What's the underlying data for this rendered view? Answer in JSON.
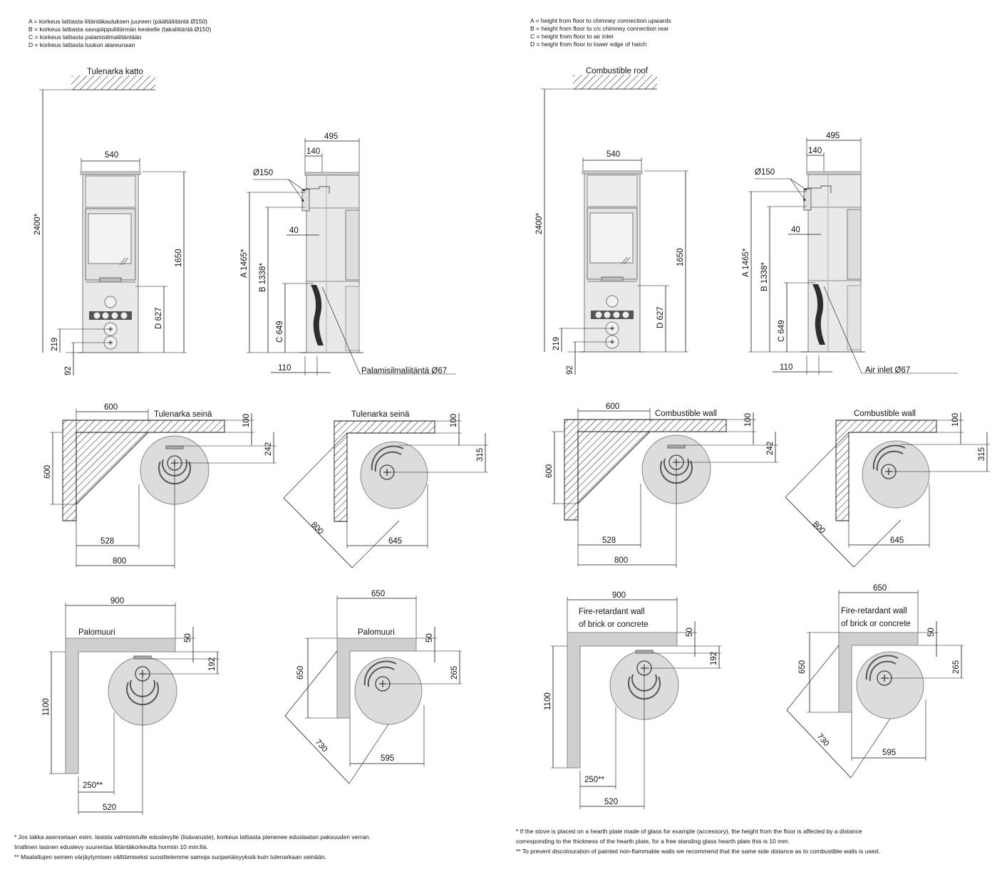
{
  "legend_fi": [
    "A =  korkeus lattiasta liitäntäkauluksen juureen (päältäliitäntä Ø150)",
    "B =  korkeus lattiasta savupiippuliitännän keskelle (takaliitäntä Ø150)",
    "C =  korkeus lattiasta palamisilmaliitäntään",
    "D =  korkeus lattiasta luukun alareunaan"
  ],
  "legend_en": [
    "A =  height from floor to chimney connection upwards",
    "B =  height from floor to c/c chimney connection rear",
    "C =  height from floor to air inlet",
    "D =  height from floor to lower edge of hatch"
  ],
  "fi": {
    "roof": "Tulenarka katto",
    "air_inlet": "Palamisilmaliitäntä Ø67",
    "wall": "Tulenarka seinä",
    "firewall_1": "Palomuuri",
    "firewall_2": ""
  },
  "en": {
    "roof": "Combustible roof",
    "air_inlet": "Air inlet Ø67",
    "wall": "Combustible wall",
    "firewall_1": "Fire-retardant wall",
    "firewall_2": "of brick or concrete"
  },
  "dims": {
    "width": "540",
    "depth": "495",
    "rear_offset": "140",
    "flue": "Ø150",
    "room_height": "2400*",
    "height": "1650",
    "A": "A 1465*",
    "B": "B 1338*",
    "C": "C 649",
    "D": "D 627",
    "d219": "219",
    "d92": "92",
    "d40": "40",
    "d110": "110",
    "w600": "600",
    "w100": "100",
    "w242": "242",
    "w528": "528",
    "w800": "800",
    "w315": "315",
    "w645": "645",
    "f900": "900",
    "f50": "50",
    "f192": "192",
    "f1100": "1100",
    "f250": "250**",
    "f520": "520",
    "f650": "650",
    "f265": "265",
    "f730": "730",
    "f595": "595"
  },
  "footnotes_fi": [
    "*   Jos takka asennetaan esim. lasista valmistetulle eduslevylle (lisävaruste), korkeus lattiasta pienenee eduslaatan paksuuden verran.",
    "     Irrallinen lasinen eduslevy suurentaa liitäntäkorkeutta hormiin 10 mm:llä.",
    "**  Maalattujen seinien värjäytymisen välttämiseksi suosittelemme samoja suojaetäisyyksiä kuin tulenarkaan seinään."
  ],
  "footnotes_en": [
    "*   If the stove is placed on a hearth plate made of glass for example (accessory), the height from the floor is affected by a distance",
    "     corresponding to the thickness of the hearth plate, for a free standing glass hearth plate this is 10 mm.",
    "**  To prevent discolouration of painted non-flammable walls we recommend that the same side distance as to combustible walls is used."
  ]
}
